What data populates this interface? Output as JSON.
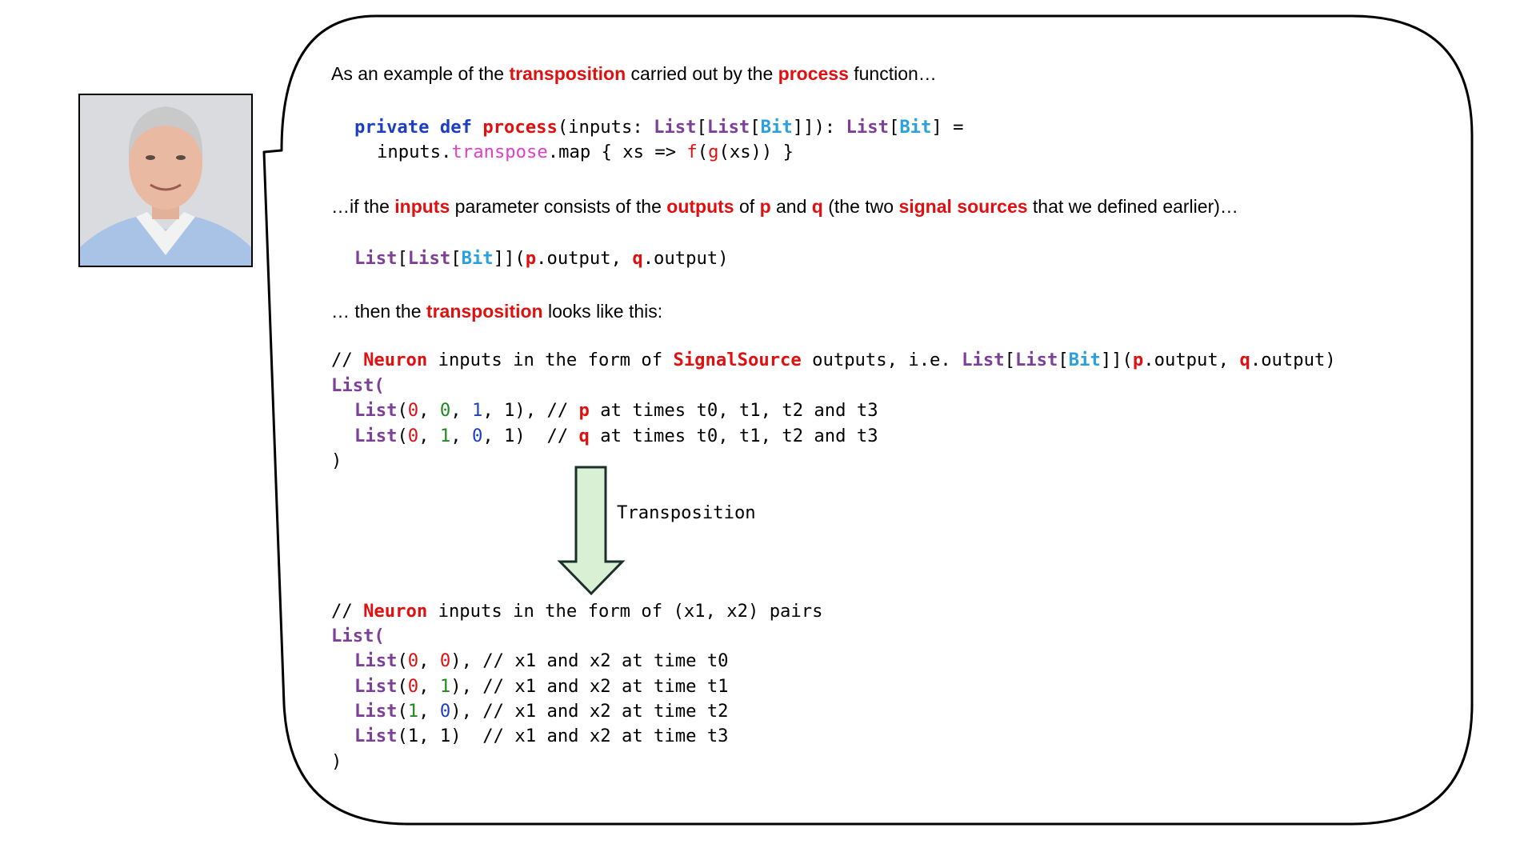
{
  "intro": {
    "t1": "As an example of the ",
    "h1": "transposition",
    "t2": " carried out by the ",
    "h2": "process",
    "t3": " function…"
  },
  "def_line": {
    "kw1": "private def",
    "sp1": " ",
    "fn": "process",
    "a1": "(inputs: ",
    "List1": "List",
    "b1": "[",
    "List2": "List",
    "b2": "[",
    "Bit1": "Bit",
    "b3": "]]): ",
    "List3": "List",
    "b4": "[",
    "Bit2": "Bit",
    "b5": "] ="
  },
  "map_line": {
    "a": "inputs.",
    "tr": "transpose",
    "b": ".map { xs => ",
    "f": "f",
    "c": "(",
    "g": "g",
    "d": "(xs)) }"
  },
  "if_line": {
    "t1": "…if the ",
    "h1": "inputs",
    "t2": " parameter consists of the ",
    "h2": "outputs",
    "t3": " of ",
    "h3": "p",
    "t4": " and ",
    "h4": "q",
    "t5": " (the two ",
    "h5": "signal sources",
    "t6": " that we defined earlier)…"
  },
  "list_line": {
    "L1": "List",
    "a": "[",
    "L2": "List",
    "b": "[",
    "B": "Bit",
    "c": "]](",
    "p": "p",
    "d": ".output, ",
    "q": "q",
    "e": ".output)"
  },
  "then_line": {
    "t1": "… then the ",
    "h1": "transposition",
    "t2": " looks like this:"
  },
  "block1": {
    "comment": {
      "a": "// ",
      "neuron": "Neuron",
      "b": " inputs in the form of ",
      "ss": "SignalSource",
      "c": " outputs, i.e. ",
      "L1": "List",
      "d": "[",
      "L2": "List",
      "e": "[",
      "B": "Bit",
      "f": "]](",
      "p": "p",
      "g": ".output, ",
      "q": "q",
      "h": ".output)"
    },
    "open": "List(",
    "row1": {
      "kw": "List",
      "a": "(",
      "v1": "0",
      "s1": ", ",
      "v2": "0",
      "s2": ", ",
      "v3": "1",
      "s3": ", ",
      "v4": "1",
      "tail": "), // ",
      "var": "p",
      "rest": " at times t0, t1, t2 and t3"
    },
    "row2": {
      "kw": "List",
      "a": "(",
      "v1": "0",
      "s1": ", ",
      "v2": "1",
      "s2": ", ",
      "v3": "0",
      "s3": ", ",
      "v4": "1",
      "tail": ")  // ",
      "var": "q",
      "rest": " at times t0, t1, t2 and t3"
    },
    "close": ")"
  },
  "arrow": {
    "label": "Transposition",
    "fill": "#daf0d4",
    "stroke": "#1a3028"
  },
  "block2": {
    "comment": {
      "a": "// ",
      "neuron": "Neuron",
      "b": " inputs in the form of (x1, x2) pairs"
    },
    "open": "List(",
    "rows": [
      {
        "kw": "List",
        "a": "(",
        "v1": "0",
        "s": ", ",
        "v2": "0",
        "tail": "), // x1 and x2 at time t0"
      },
      {
        "kw": "List",
        "a": "(",
        "v1": "0",
        "s": ", ",
        "v2": "1",
        "tail": "), // x1 and x2 at time t1"
      },
      {
        "kw": "List",
        "a": "(",
        "v1": "1",
        "s": ", ",
        "v2": "0",
        "tail": "), // x1 and x2 at time t2"
      },
      {
        "kw": "List",
        "a": "(",
        "v1": "1",
        "s": ", ",
        "v2": "1",
        "tail": ")  // x1 and x2 at time t3"
      }
    ],
    "close": ")"
  },
  "colors": {
    "highlight": "#e01010",
    "keyword": "#1c3fc2",
    "type": "#7d3f98",
    "bit_type": "#2aa0dd",
    "method": "#e040c8",
    "one": "#1e8a1e"
  }
}
